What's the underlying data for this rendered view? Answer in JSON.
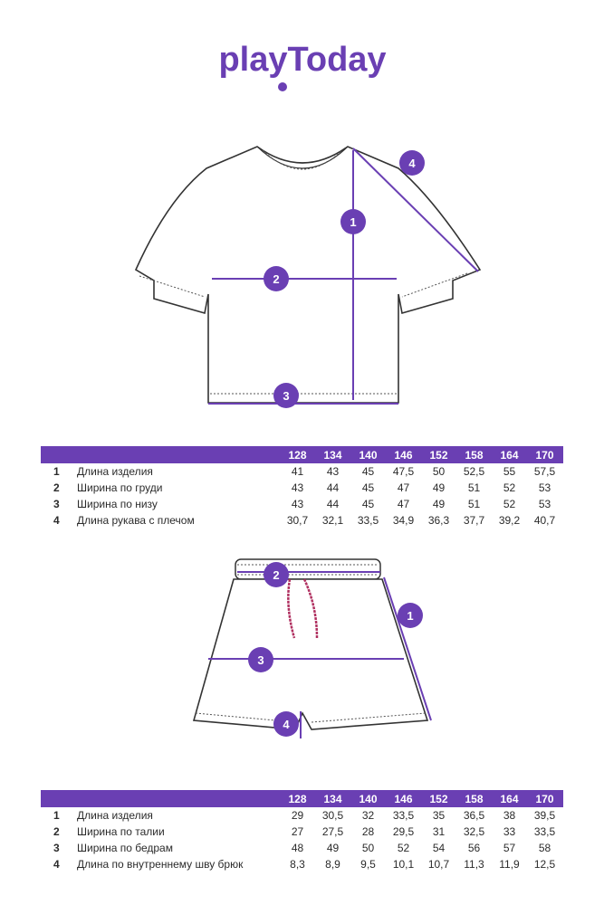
{
  "brand": {
    "logo_text": "playToday",
    "color": "#6a3fb3"
  },
  "tshirt": {
    "markers": [
      "1",
      "2",
      "3",
      "4"
    ],
    "sizes": [
      "128",
      "134",
      "140",
      "146",
      "152",
      "158",
      "164",
      "170"
    ],
    "rows": [
      {
        "num": "1",
        "name": "Длина изделия",
        "values": [
          "41",
          "43",
          "45",
          "47,5",
          "50",
          "52,5",
          "55",
          "57,5"
        ]
      },
      {
        "num": "2",
        "name": "Ширина по груди",
        "values": [
          "43",
          "44",
          "45",
          "47",
          "49",
          "51",
          "52",
          "53"
        ]
      },
      {
        "num": "3",
        "name": "Ширина по низу",
        "values": [
          "43",
          "44",
          "45",
          "47",
          "49",
          "51",
          "52",
          "53"
        ]
      },
      {
        "num": "4",
        "name": "Длина рукава с плечом",
        "values": [
          "30,7",
          "32,1",
          "33,5",
          "34,9",
          "36,3",
          "37,7",
          "39,2",
          "40,7"
        ]
      }
    ]
  },
  "shorts": {
    "markers": [
      "1",
      "2",
      "3",
      "4"
    ],
    "sizes": [
      "128",
      "134",
      "140",
      "146",
      "152",
      "158",
      "164",
      "170"
    ],
    "rows": [
      {
        "num": "1",
        "name": "Длина изделия",
        "values": [
          "29",
          "30,5",
          "32",
          "33,5",
          "35",
          "36,5",
          "38",
          "39,5"
        ]
      },
      {
        "num": "2",
        "name": "Ширина по талии",
        "values": [
          "27",
          "27,5",
          "28",
          "29,5",
          "31",
          "32,5",
          "33",
          "33,5"
        ]
      },
      {
        "num": "3",
        "name": "Ширина по бедрам",
        "values": [
          "48",
          "49",
          "50",
          "52",
          "54",
          "56",
          "57",
          "58"
        ]
      },
      {
        "num": "4",
        "name": "Длина по внутреннему шву брюк",
        "values": [
          "8,3",
          "8,9",
          "9,5",
          "10,1",
          "10,7",
          "11,3",
          "11,9",
          "12,5"
        ]
      }
    ]
  }
}
